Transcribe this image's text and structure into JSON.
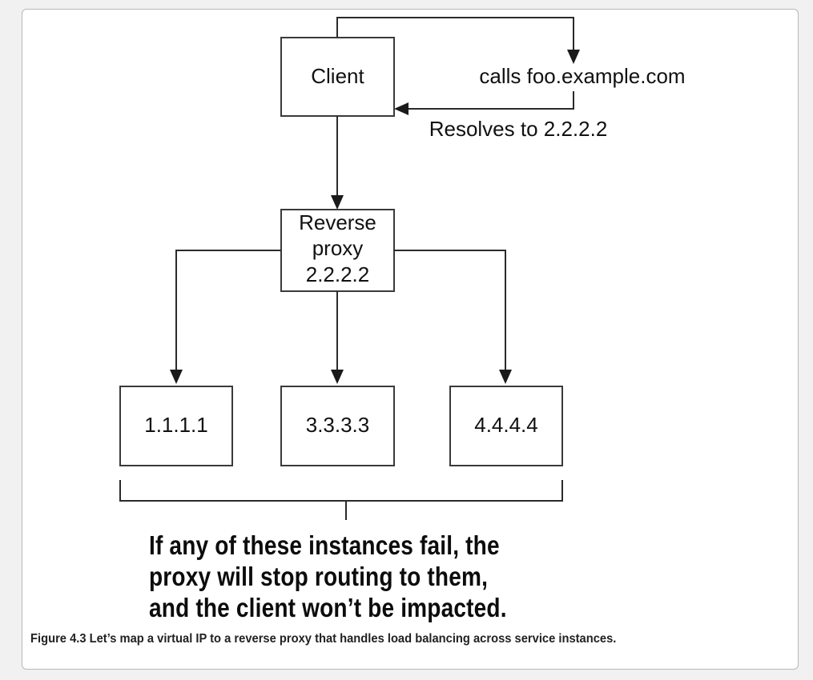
{
  "diagram": {
    "nodes": {
      "client": "Client",
      "proxy": [
        "Reverse",
        "proxy",
        "2.2.2.2"
      ],
      "instances": [
        "1.1.1.1",
        "3.3.3.3",
        "4.4.4.4"
      ]
    },
    "edge_labels": {
      "call": "calls foo.example.com",
      "resolve": "Resolves to 2.2.2.2"
    },
    "note": [
      "If any of these instances fail, the",
      "proxy will stop routing to them,",
      "and the client won’t be impacted."
    ]
  },
  "caption": "Figure 4.3 Let’s map a virtual IP to a reverse proxy that handles load balancing across service instances."
}
